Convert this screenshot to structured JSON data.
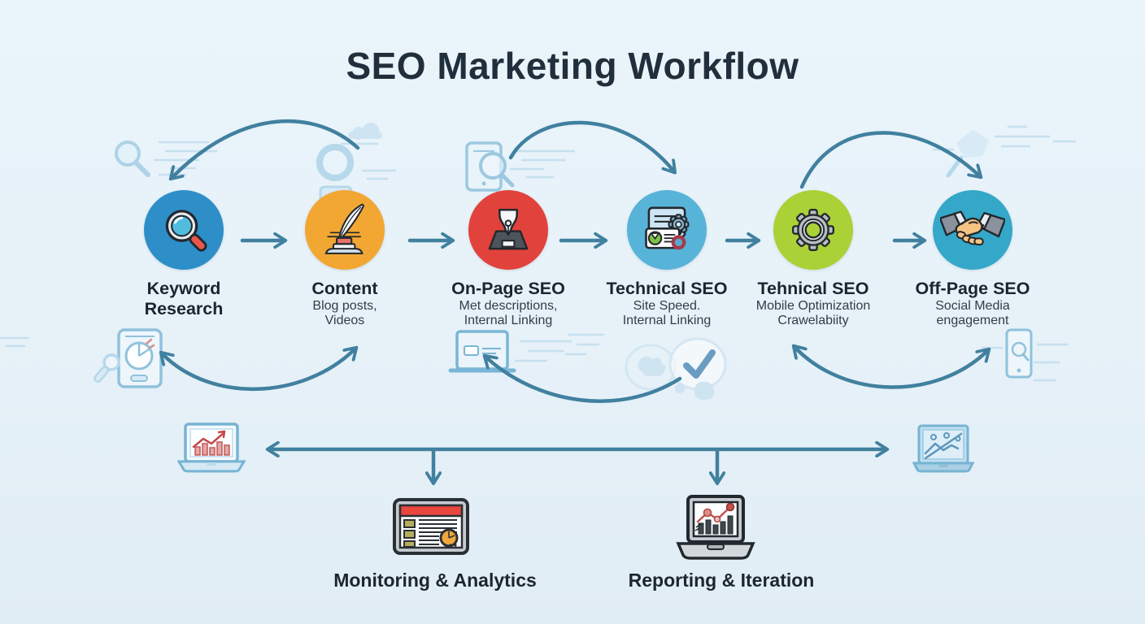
{
  "title": "SEO Marketing Workflow",
  "steps": [
    {
      "title": "Keyword Research",
      "subtitle": [],
      "circle_color": "#2e8fc8",
      "icon": "magnifier"
    },
    {
      "title": "Content",
      "subtitle": [
        "Blog posts,",
        "Videos"
      ],
      "circle_color": "#f2a733",
      "icon": "quill-inkwell"
    },
    {
      "title": "On-Page SEO",
      "subtitle": [
        "Met descriptions,",
        "Internal Linking"
      ],
      "circle_color": "#e2423c",
      "icon": "pen-nib"
    },
    {
      "title": "Technical SEO",
      "subtitle": [
        "Site Speed.",
        "Internal Linking"
      ],
      "circle_color": "#58b3d8",
      "icon": "document-gear"
    },
    {
      "title": "Tehnical SEO",
      "subtitle": [
        "Mobile Optimization",
        "Crawelabiity"
      ],
      "circle_color": "#aad136",
      "icon": "gear"
    },
    {
      "title": "Off-Page SEO",
      "subtitle": [
        "Social Media",
        "engagement"
      ],
      "circle_color": "#35a7c9",
      "icon": "handshake"
    }
  ],
  "bottom": {
    "monitoring_label": "Monitoring & Analytics",
    "reporting_label": "Reporting & Iteration"
  },
  "colors": {
    "background": "#e8f2f9",
    "arrow": "#41809f",
    "title_text": "#212f3c",
    "decoration": "#aed2e6",
    "monitoring_header_red": "#e8463f",
    "analytics_chart_red": "#c54848"
  }
}
